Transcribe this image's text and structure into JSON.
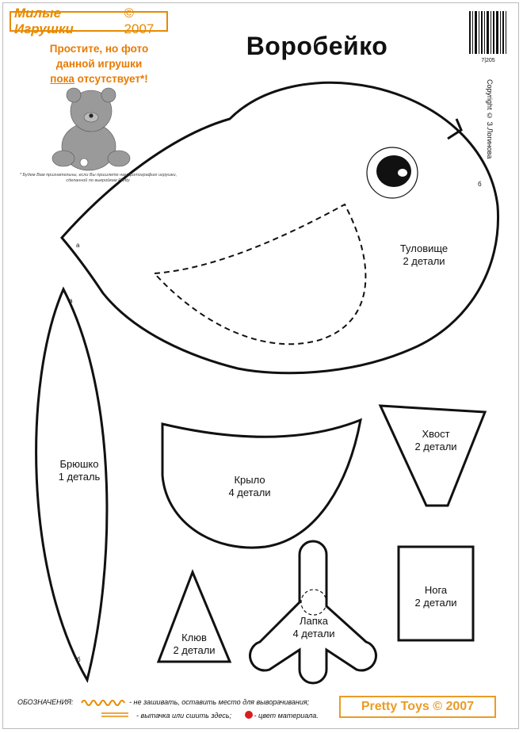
{
  "brand": {
    "name": "Милые Игрушки",
    "year": "© 2007"
  },
  "title": "Воробейко",
  "notice": {
    "line1": "Простите, но фото",
    "line2": "данной игрушки",
    "line3_underlined": "пока",
    "line3_rest": " отсутствует*!"
  },
  "footnote": "* Будем Вам признательны, если Вы пришлете нам фотографию игрушки, сделанной по выкройкам Pretty.",
  "barcode_number": "7|205",
  "copyright": "Copyright © З.Логинова",
  "pieces": {
    "body": {
      "name": "Туловище",
      "count": "2 детали",
      "mark_a": "а",
      "mark_b": "б"
    },
    "belly": {
      "name": "Брюшко",
      "count": "1 деталь",
      "mark_a": "а",
      "mark_b": "б"
    },
    "wing": {
      "name": "Крыло",
      "count": "4 детали"
    },
    "tail": {
      "name": "Хвост",
      "count": "2 детали"
    },
    "beak": {
      "name": "Клюв",
      "count": "2 детали"
    },
    "paw": {
      "name": "Лапка",
      "count": "4 детали"
    },
    "leg": {
      "name": "Нога",
      "count": "2 детали"
    }
  },
  "legend": {
    "label": "ОБОЗНАЧЕНИЯ:",
    "item1": "- не зашивать, оставить место  для выворачивания;",
    "item2": "- вытачка или сшить здесь;",
    "item3": "- цвет материала."
  },
  "stamp": "Pretty Toys © 2007",
  "colors": {
    "accent": "#e88a00",
    "material_dot": "#d81e1e"
  }
}
